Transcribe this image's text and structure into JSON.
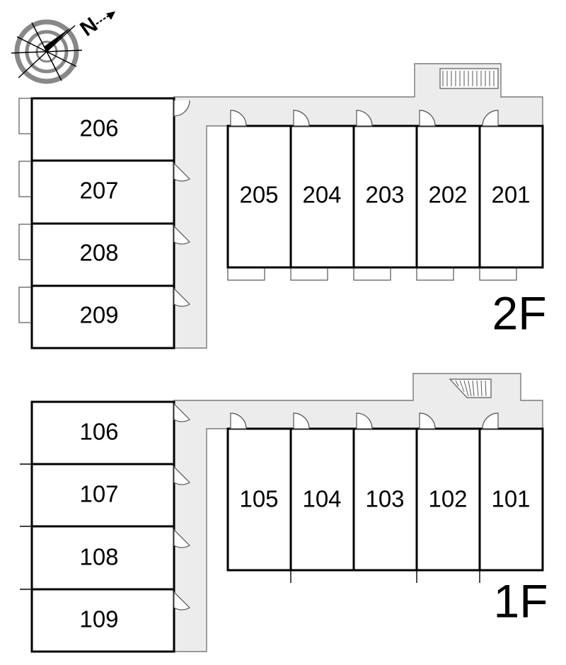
{
  "compass": {
    "north_label": "N",
    "icon": "compass-rose-icon"
  },
  "floors": [
    {
      "label": "2F",
      "units": [
        "206",
        "207",
        "208",
        "209",
        "205",
        "204",
        "203",
        "202",
        "201"
      ]
    },
    {
      "label": "1F",
      "units": [
        "106",
        "107",
        "108",
        "109",
        "105",
        "104",
        "103",
        "102",
        "101"
      ]
    }
  ],
  "colors": {
    "corridor": "#ececec",
    "wall": "#000000",
    "outline": "#7a7a7a"
  }
}
